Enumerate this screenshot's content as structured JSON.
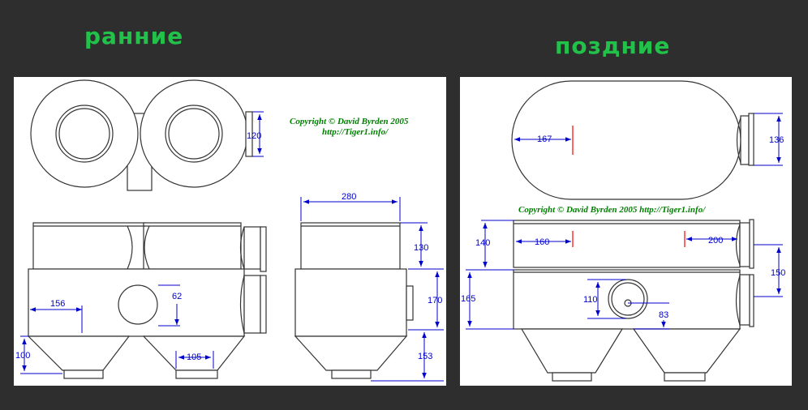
{
  "headings": {
    "early": "ранние",
    "late": "поздние"
  },
  "copyright": {
    "left_line1": "Copyright © David Byrden 2005",
    "left_line2": "http://Tiger1.info/",
    "right": "Copyright © David Byrden 2005 http://Tiger1.info/"
  },
  "dims_left": {
    "d120": "120",
    "d280": "280",
    "d130": "130",
    "d170": "170",
    "d153": "153",
    "d156": "156",
    "d62": "62",
    "d100": "100",
    "d105": "105"
  },
  "dims_right": {
    "d167": "167",
    "d136": "136",
    "d140": "140",
    "d160": "160",
    "d200": "200",
    "d150": "150",
    "d165": "165",
    "d110": "110",
    "d83": "83"
  },
  "colors": {
    "background": "#2e2e2e",
    "heading": "#22c24a",
    "dimension": "#0000cc",
    "copyright": "#008000",
    "marker": "#ff0000"
  }
}
